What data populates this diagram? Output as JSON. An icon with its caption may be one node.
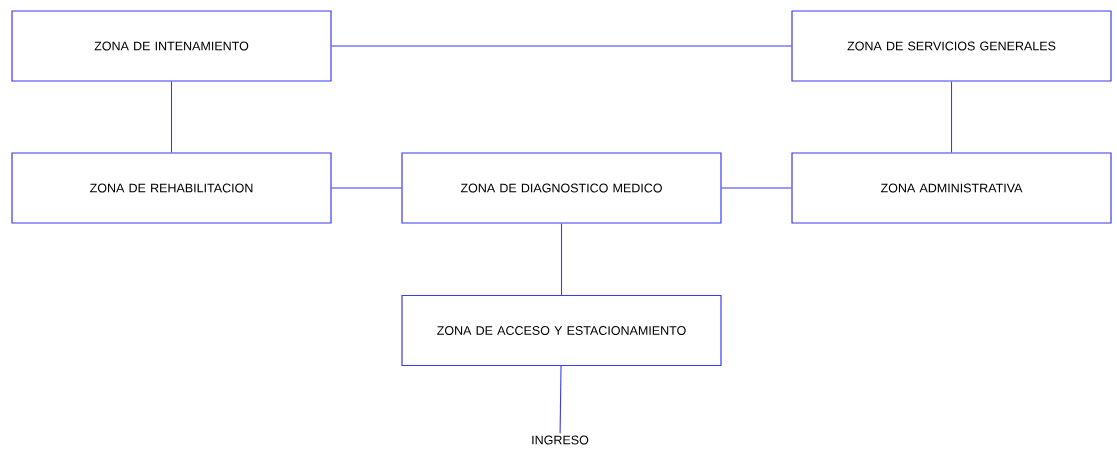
{
  "diagram": {
    "nodes": [
      {
        "text": [
          "ZONA DE INTENAMIENTO"
        ]
      },
      {
        "text": [
          "ZONA DE SERVICIOS GENERALES"
        ]
      },
      {
        "text": [
          "ZONA DE REHABILITACION"
        ]
      },
      {
        "text": [
          "ZONA DE DIAGNOSTICO MEDICO"
        ]
      },
      {
        "text": [
          "ZONA ADMINISTRATIVA"
        ]
      },
      {
        "text": [
          "ZONA DE ACCESO Y ESTACIONAMIENTO"
        ]
      },
      {
        "text": [
          "INGRESO"
        ]
      }
    ],
    "edges": [
      {
        "from": 0,
        "to": 1,
        "arrow": "none"
      },
      {
        "from": 0,
        "to": 2,
        "arrow": "none"
      },
      {
        "from": 1,
        "to": 4,
        "arrow": "none"
      },
      {
        "from": 2,
        "to": 3,
        "arrow": "none"
      },
      {
        "from": 3,
        "to": 4,
        "arrow": "none"
      },
      {
        "from": 3,
        "to": 5,
        "arrow": "none"
      },
      {
        "from": 5,
        "to": 6,
        "arrow": "none"
      }
    ]
  }
}
